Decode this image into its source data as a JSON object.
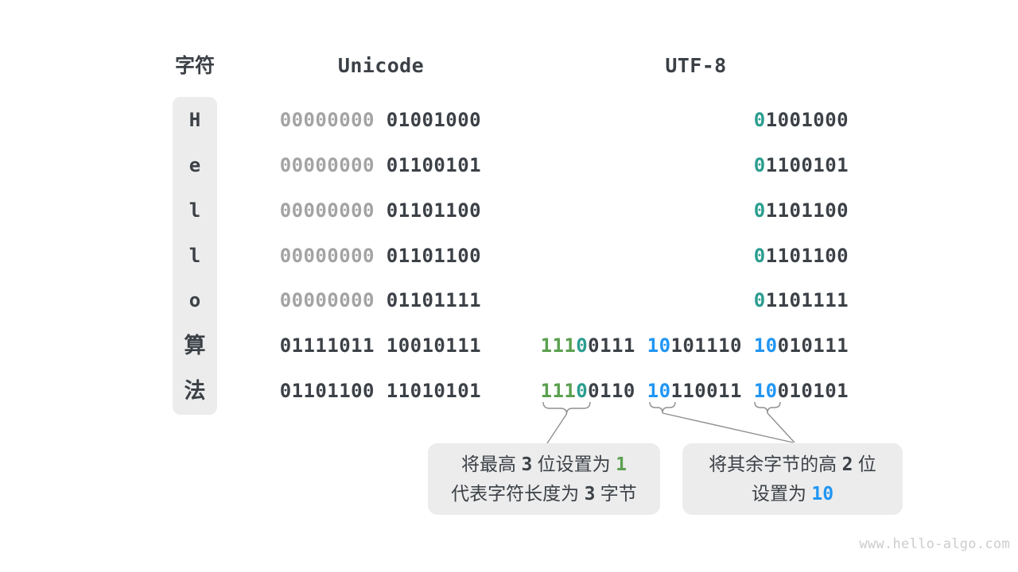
{
  "page": {
    "watermark": "www.hello-algo.com"
  },
  "colors": {
    "text_dark": "#3c4147",
    "leading_zero_gray": "#a3a3a3",
    "utf8_single_byte_prefix_teal": "#2a9d8f",
    "utf8_leading_ones_green": "#5ba04f",
    "utf8_continuation_prefix_blue": "#2196f3",
    "box_background": "#ececec",
    "connector_line": "#8f8f8f"
  },
  "header": {
    "char_label": "字符",
    "unicode_label": "Unicode",
    "utf8_label": "UTF-8"
  },
  "rows": [
    {
      "char": "H",
      "char_type": "latin",
      "unicode": [
        {
          "t": "00000000 ",
          "c": "gray"
        },
        {
          "t": "01001000",
          "c": "dark"
        }
      ],
      "utf8": [
        {
          "t": "0",
          "c": "teal"
        },
        {
          "t": "1001000",
          "c": "dark"
        }
      ]
    },
    {
      "char": "e",
      "char_type": "latin",
      "unicode": [
        {
          "t": "00000000 ",
          "c": "gray"
        },
        {
          "t": "01100101",
          "c": "dark"
        }
      ],
      "utf8": [
        {
          "t": "0",
          "c": "teal"
        },
        {
          "t": "1100101",
          "c": "dark"
        }
      ]
    },
    {
      "char": "l",
      "char_type": "latin",
      "unicode": [
        {
          "t": "00000000 ",
          "c": "gray"
        },
        {
          "t": "01101100",
          "c": "dark"
        }
      ],
      "utf8": [
        {
          "t": "0",
          "c": "teal"
        },
        {
          "t": "1101100",
          "c": "dark"
        }
      ]
    },
    {
      "char": "l",
      "char_type": "latin",
      "unicode": [
        {
          "t": "00000000 ",
          "c": "gray"
        },
        {
          "t": "01101100",
          "c": "dark"
        }
      ],
      "utf8": [
        {
          "t": "0",
          "c": "teal"
        },
        {
          "t": "1101100",
          "c": "dark"
        }
      ]
    },
    {
      "char": "o",
      "char_type": "latin",
      "unicode": [
        {
          "t": "00000000 ",
          "c": "gray"
        },
        {
          "t": "01101111",
          "c": "dark"
        }
      ],
      "utf8": [
        {
          "t": "0",
          "c": "teal"
        },
        {
          "t": "1101111",
          "c": "dark"
        }
      ]
    },
    {
      "char": "算",
      "char_type": "cjk",
      "unicode": [
        {
          "t": "01111011 10010111",
          "c": "dark"
        }
      ],
      "utf8": [
        {
          "t": "111",
          "c": "green"
        },
        {
          "t": "0",
          "c": "teal"
        },
        {
          "t": "0111 ",
          "c": "dark"
        },
        {
          "t": "10",
          "c": "blue"
        },
        {
          "t": "101110 ",
          "c": "dark"
        },
        {
          "t": "10",
          "c": "blue"
        },
        {
          "t": "010111",
          "c": "dark"
        }
      ]
    },
    {
      "char": "法",
      "char_type": "cjk",
      "unicode": [
        {
          "t": "01101100 11010101",
          "c": "dark"
        }
      ],
      "utf8": [
        {
          "t": "111",
          "c": "green"
        },
        {
          "t": "0",
          "c": "teal"
        },
        {
          "t": "0110 ",
          "c": "dark"
        },
        {
          "t": "10",
          "c": "blue"
        },
        {
          "t": "110011 ",
          "c": "dark"
        },
        {
          "t": "10",
          "c": "blue"
        },
        {
          "t": "010101",
          "c": "dark"
        }
      ]
    }
  ],
  "callouts": [
    {
      "lines": [
        [
          {
            "t": "将最高 ",
            "c": "cjk"
          },
          {
            "t": "3",
            "c": "num"
          },
          {
            "t": " 位设置为 ",
            "c": "cjk"
          },
          {
            "t": "1",
            "c": "green-num"
          }
        ],
        [
          {
            "t": "代表字符长度为 ",
            "c": "cjk"
          },
          {
            "t": "3",
            "c": "num"
          },
          {
            "t": " 字节",
            "c": "cjk"
          }
        ]
      ]
    },
    {
      "lines": [
        [
          {
            "t": "将其余字节的高 ",
            "c": "cjk"
          },
          {
            "t": "2",
            "c": "num"
          },
          {
            "t": " 位",
            "c": "cjk"
          }
        ],
        [
          {
            "t": "设置为 ",
            "c": "cjk"
          },
          {
            "t": "10",
            "c": "blue-num"
          }
        ]
      ]
    }
  ]
}
